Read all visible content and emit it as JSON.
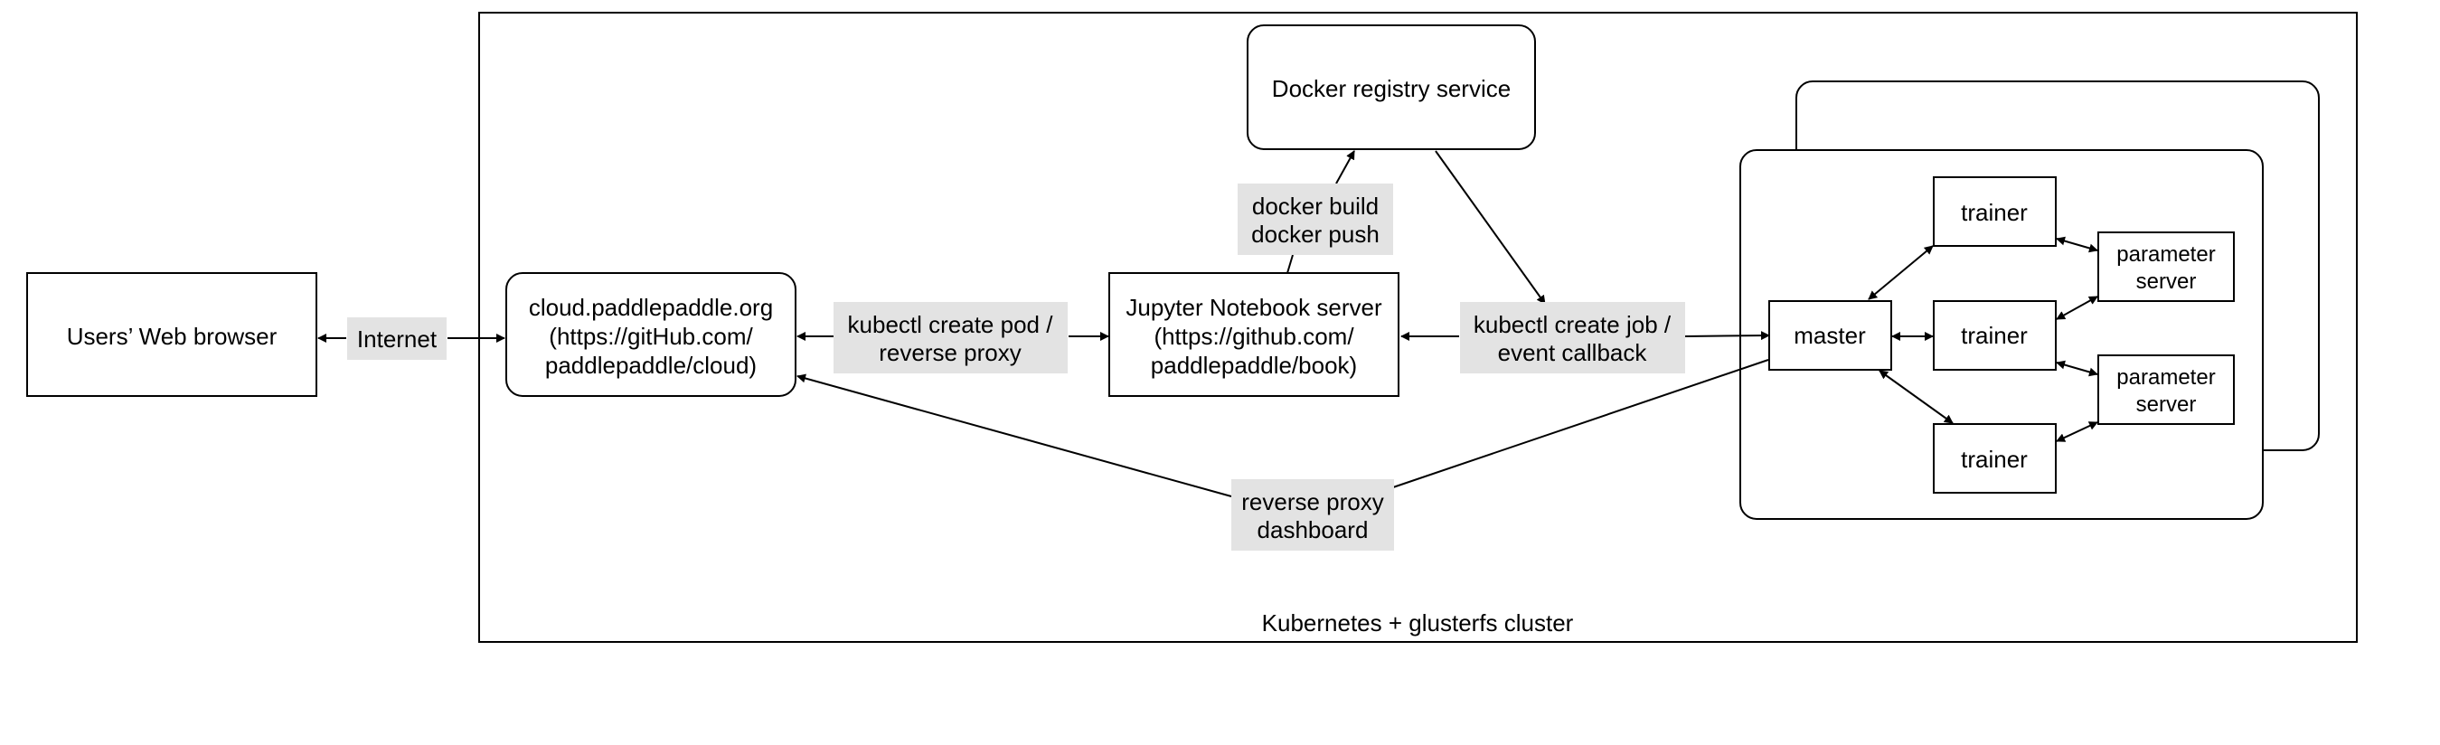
{
  "cluster": {
    "label": "Kubernetes + glusterfs cluster"
  },
  "nodes": {
    "browser": {
      "label": "Users’ Web browser"
    },
    "cloud": {
      "lines": [
        "cloud.paddlepaddle.org",
        "(https://gitHub.com/",
        "paddlepaddle/cloud)"
      ]
    },
    "jupyter": {
      "lines": [
        "Jupyter Notebook server",
        "(https://github.com/",
        "paddlepaddle/book)"
      ]
    },
    "docker_registry": {
      "label": "Docker registry service"
    },
    "master": {
      "label": "master"
    },
    "trainer_1": {
      "label": "trainer"
    },
    "trainer_2": {
      "label": "trainer"
    },
    "trainer_3": {
      "label": "trainer"
    },
    "parameter_server_1": {
      "lines": [
        "parameter",
        "server"
      ]
    },
    "parameter_server_2": {
      "lines": [
        "parameter",
        "server"
      ]
    }
  },
  "edge_labels": {
    "internet": {
      "lines": [
        "Internet"
      ]
    },
    "kubectl_pod": {
      "lines": [
        "kubectl create pod /",
        "reverse proxy"
      ]
    },
    "docker_build": {
      "lines": [
        "docker build",
        "docker push"
      ]
    },
    "kubectl_job": {
      "lines": [
        "kubectl create job /",
        "event callback"
      ]
    },
    "reverse_proxy_dashboard": {
      "lines": [
        "reverse proxy",
        "dashboard"
      ]
    }
  },
  "colors": {
    "label_background": "#e3e3e3",
    "stroke": "#000000",
    "background": "#ffffff"
  }
}
